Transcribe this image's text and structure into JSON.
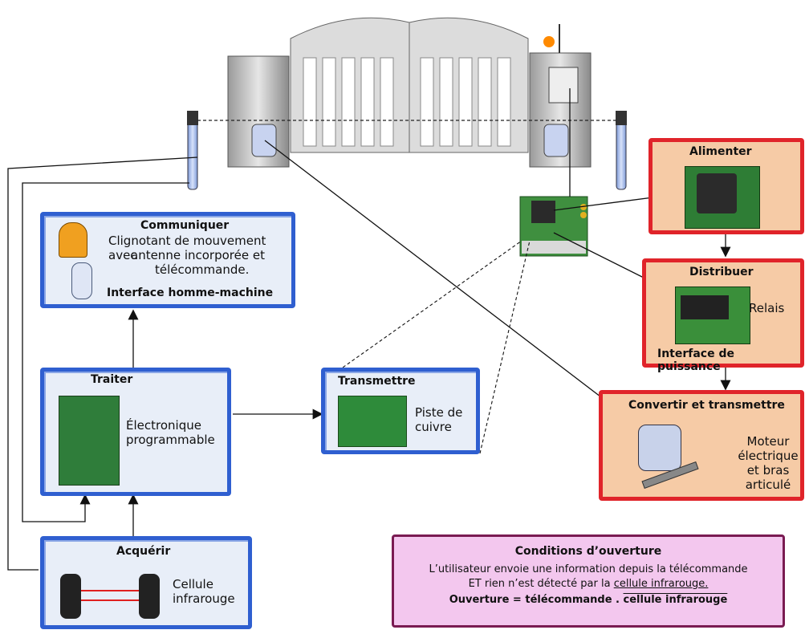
{
  "communiquer": {
    "title": "Communiquer",
    "line1": "Clignotant de mouvement avec",
    "line2": "antenne incorporée et",
    "line3": "télécommande.",
    "footer": "Interface homme-machine"
  },
  "traiter": {
    "title": "Traiter",
    "line1": "Électronique",
    "line2": "programmable"
  },
  "transmettre": {
    "title": "Transmettre",
    "line1": "Piste de",
    "line2": "cuivre"
  },
  "acquerir": {
    "title": "Acquérir",
    "line1": "Cellule",
    "line2": "infrarouge"
  },
  "alimenter": {
    "title": "Alimenter"
  },
  "distribuer": {
    "title": "Distribuer",
    "relais": "Relais",
    "footer": "Interface de puissance"
  },
  "convertir": {
    "title": "Convertir et transmettre",
    "line1": "Moteur",
    "line2": "électrique",
    "line3": "et bras",
    "line4": "articulé"
  },
  "conditions": {
    "title": "Conditions d’ouverture",
    "line1": "L’utilisateur envoie une information depuis la télécommande",
    "line2_prefix": "ET rien n’est détecté par la ",
    "line2_underlined": "cellule infrarouge.",
    "formula_prefix": "Ouverture = télécommande . ",
    "formula_overlined": "cellule infrarouge"
  },
  "colors": {
    "blue_border": "#2f5fd0",
    "red_border": "#e0242a",
    "orange_fill": "#f6cba6",
    "pink_fill": "#f3c7ee",
    "pink_border": "#7a1b52"
  }
}
